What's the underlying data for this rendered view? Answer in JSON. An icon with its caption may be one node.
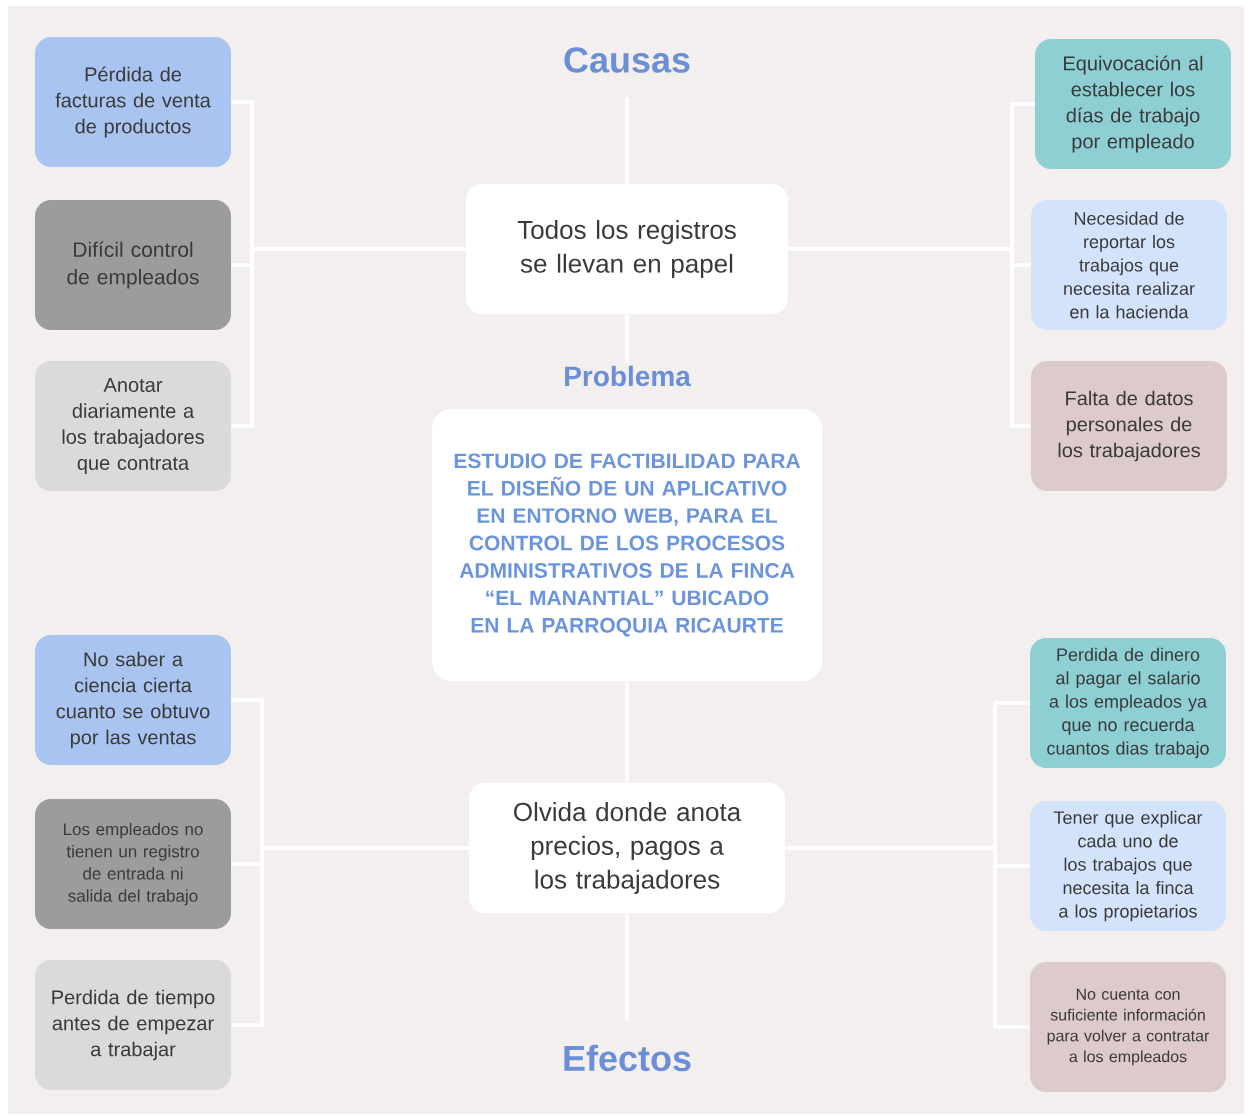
{
  "diagram": {
    "nodes": [
      {
        "text": [
          "Causas"
        ]
      },
      {
        "text": [
          "Todos los registros se llevan en papel"
        ]
      },
      {
        "text": [
          "Problema",
          "ESTUDIO DE FACTIBILIDAD PARA EL DISEÑO DE UN APLICATIVO EN ENTORNO WEB, PARA EL CONTROL DE LOS PROCESOS ADMINISTRATIVOS DE LA FINCA “EL MANANTIAL” UBICADO EN LA PARROQUIA RICAURTE"
        ]
      },
      {
        "text": [
          "Olvida donde anota precios, pagos a los trabajadores"
        ]
      },
      {
        "text": [
          "Efectos"
        ]
      },
      {
        "text": [
          "Pérdida de facturas de venta de productos"
        ]
      },
      {
        "text": [
          "Difícil control de empleados"
        ]
      },
      {
        "text": [
          "Anotar diariamente a los trabajadores que contrata"
        ]
      },
      {
        "text": [
          "Equivocación al establecer los días de trabajo por empleado"
        ]
      },
      {
        "text": [
          "Necesidad de reportar los trabajos que necesita realizar en la hacienda"
        ]
      },
      {
        "text": [
          "Falta de datos personales de los trabajadores"
        ]
      },
      {
        "text": [
          "No saber a ciencia cierta cuanto se obtuvo por las ventas"
        ]
      },
      {
        "text": [
          "Los empleados no tienen un registro de entrada ni salida del trabajo"
        ]
      },
      {
        "text": [
          "Perdida de tiempo antes de empezar a trabajar"
        ]
      },
      {
        "text": [
          "Perdida de dinero al pagar el salario a los empleados ya que no recuerda cuantos dias trabajo"
        ]
      },
      {
        "text": [
          "Tener que explicar cada uno de los trabajos que necesita la finca a los propietarios"
        ]
      },
      {
        "text": [
          "No cuenta con suficiente información para volver a contratar a los empleados"
        ]
      }
    ],
    "edges": [
      {
        "from": 1,
        "to": 0,
        "arrow": "none"
      },
      {
        "from": 1,
        "to": 2,
        "arrow": "none"
      },
      {
        "from": 2,
        "to": 3,
        "arrow": "none"
      },
      {
        "from": 3,
        "to": 4,
        "arrow": "none"
      },
      {
        "from": 1,
        "to": 5,
        "arrow": "none"
      },
      {
        "from": 1,
        "to": 6,
        "arrow": "none"
      },
      {
        "from": 1,
        "to": 7,
        "arrow": "none"
      },
      {
        "from": 1,
        "to": 8,
        "arrow": "none"
      },
      {
        "from": 1,
        "to": 9,
        "arrow": "none"
      },
      {
        "from": 1,
        "to": 10,
        "arrow": "none"
      },
      {
        "from": 3,
        "to": 11,
        "arrow": "none"
      },
      {
        "from": 3,
        "to": 12,
        "arrow": "none"
      },
      {
        "from": 3,
        "to": 13,
        "arrow": "none"
      },
      {
        "from": 3,
        "to": 14,
        "arrow": "none"
      },
      {
        "from": 3,
        "to": 15,
        "arrow": "none"
      },
      {
        "from": 3,
        "to": 16,
        "arrow": "none"
      }
    ]
  }
}
